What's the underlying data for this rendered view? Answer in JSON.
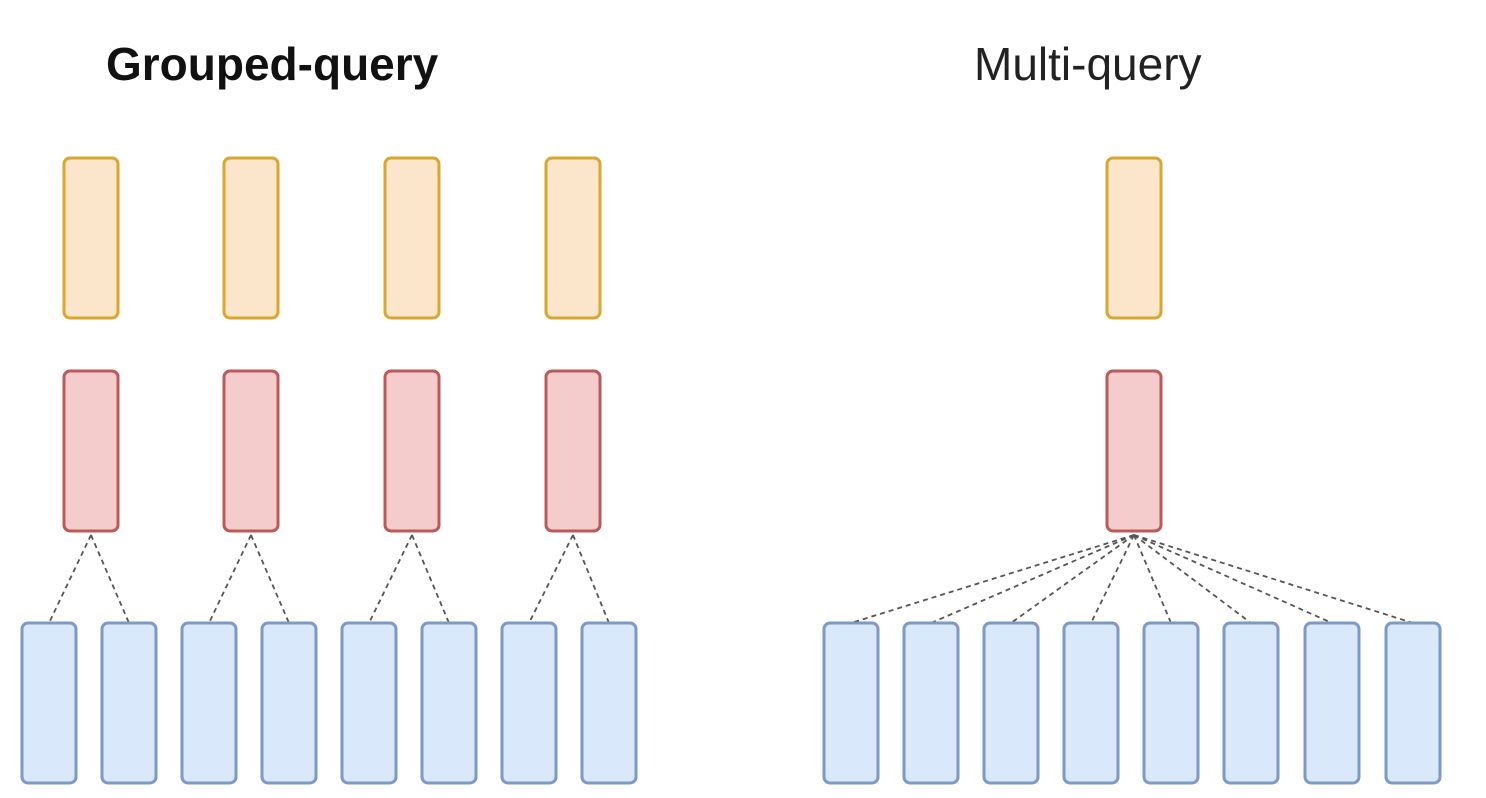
{
  "panels": {
    "grouped": {
      "title": "Grouped-query",
      "title_weight": "bold",
      "value_heads": 4,
      "key_heads": 4,
      "query_heads": 8,
      "queries_per_key": 2
    },
    "multi": {
      "title": "Multi-query",
      "title_weight": "normal",
      "value_heads": 1,
      "key_heads": 1,
      "query_heads": 8,
      "queries_per_key": 8
    }
  },
  "colors": {
    "value_fill": "#fbe5cb",
    "value_stroke": "#d9a62e",
    "key_fill": "#f5cccc",
    "key_stroke": "#bb5a5a",
    "query_fill": "#dae8fb",
    "query_stroke": "#7d9ac7",
    "connector": "#555555"
  }
}
